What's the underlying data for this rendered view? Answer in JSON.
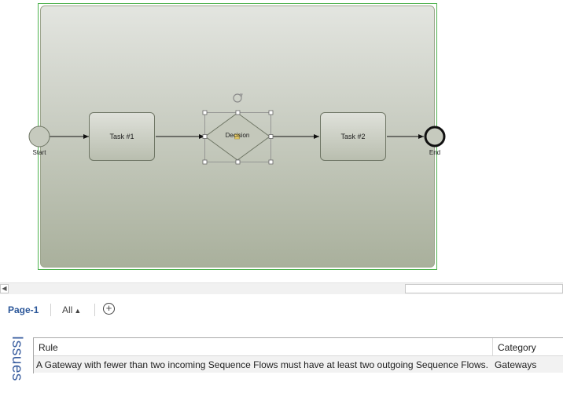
{
  "diagram": {
    "start_label": "Start",
    "end_label": "End",
    "task1_label": "Task #1",
    "task2_label": "Task #2",
    "decision_label": "Decision"
  },
  "page_tabs": {
    "current": "Page-1",
    "all_label": "All"
  },
  "issues": {
    "title": "Issues",
    "columns": {
      "rule": "Rule",
      "category": "Category"
    },
    "rows": [
      {
        "rule": "A Gateway with fewer than two incoming Sequence Flows must have at least two outgoing Sequence Flows.",
        "category": "Gateways"
      }
    ]
  },
  "colors": {
    "selection_border": "#4fb24f",
    "page_tab_text": "#2a5699",
    "issues_title": "#3b5fa0"
  }
}
